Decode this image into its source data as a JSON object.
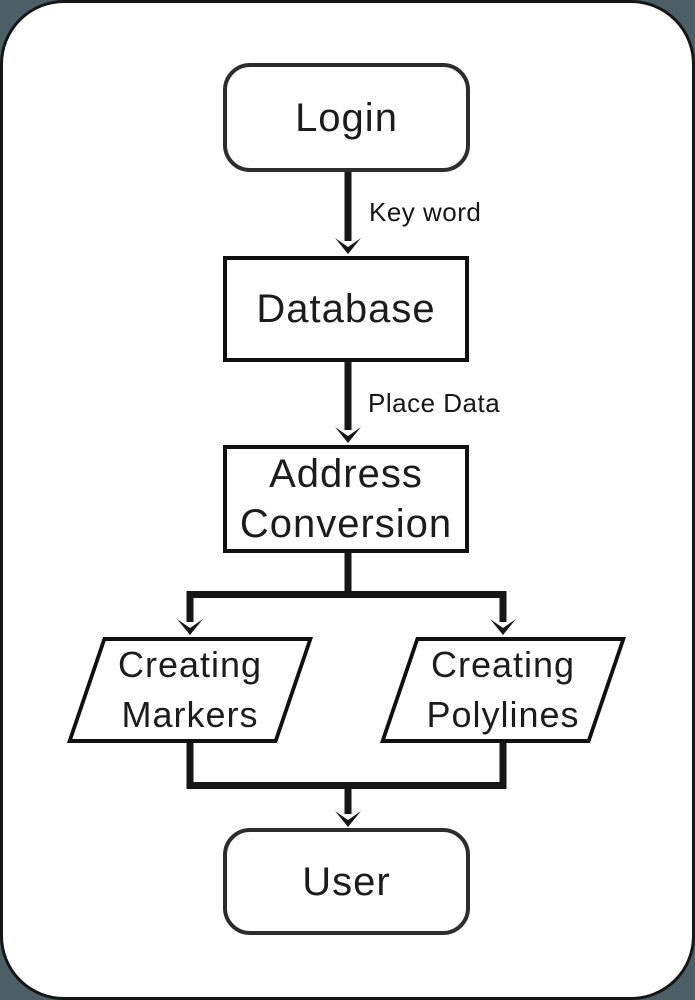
{
  "colors": {
    "outside_background": "#4d5f66",
    "canvas_background": "#ffffff",
    "line_stroke": "#161616",
    "terminator_border": "#2d2d2d",
    "process_border": "#101010",
    "text": "#1c1c1c"
  },
  "nodes": {
    "login": {
      "label": "Login",
      "type": "terminator"
    },
    "database": {
      "label": "Database",
      "type": "process"
    },
    "address_conversion": {
      "line1": "Address",
      "line2": "Conversion",
      "type": "process"
    },
    "creating_markers": {
      "line1": "Creating",
      "line2": "Markers",
      "type": "data-parallelogram"
    },
    "creating_polylines": {
      "line1": "Creating",
      "line2": "Polylines",
      "type": "data-parallelogram"
    },
    "user": {
      "label": "User",
      "type": "terminator"
    }
  },
  "edge_labels": {
    "key_word": "Key word",
    "place_data": "Place Data"
  }
}
